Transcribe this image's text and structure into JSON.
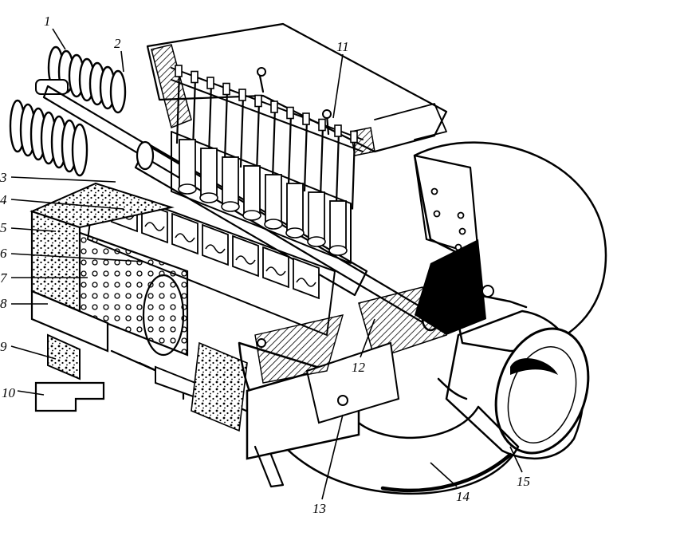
{
  "colors": {
    "ink": "#000000",
    "paper": "#ffffff"
  },
  "callouts": [
    {
      "id": "1",
      "text": "1"
    },
    {
      "id": "2",
      "text": "2"
    },
    {
      "id": "3",
      "text": "3"
    },
    {
      "id": "4",
      "text": "4"
    },
    {
      "id": "5",
      "text": "5"
    },
    {
      "id": "6",
      "text": "6"
    },
    {
      "id": "7",
      "text": "7"
    },
    {
      "id": "8",
      "text": "8"
    },
    {
      "id": "9",
      "text": "9"
    },
    {
      "id": "10",
      "text": "10"
    },
    {
      "id": "11",
      "text": "11"
    },
    {
      "id": "12",
      "text": "12"
    },
    {
      "id": "13",
      "text": "13"
    },
    {
      "id": "14",
      "text": "14"
    },
    {
      "id": "15",
      "text": "15"
    }
  ]
}
